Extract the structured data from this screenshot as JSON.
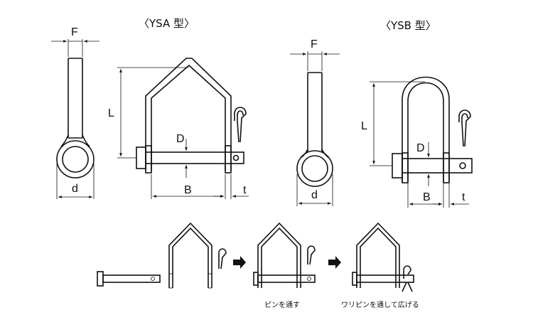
{
  "titles": {
    "ysa": "〈YSA 型〉",
    "ysb": "〈YSB 型〉"
  },
  "dims": {
    "pin_a": {
      "F": "F",
      "d": "d"
    },
    "shackle_a": {
      "L": "L",
      "D": "D",
      "B": "B",
      "t": "t"
    },
    "pin_b": {
      "F": "F",
      "d": "d"
    },
    "shackle_b": {
      "L": "L",
      "D": "D",
      "B": "B",
      "t": "t"
    }
  },
  "steps": {
    "step2_caption": "ピンを通す",
    "step3_caption": "ワリピンを通して広げる"
  }
}
